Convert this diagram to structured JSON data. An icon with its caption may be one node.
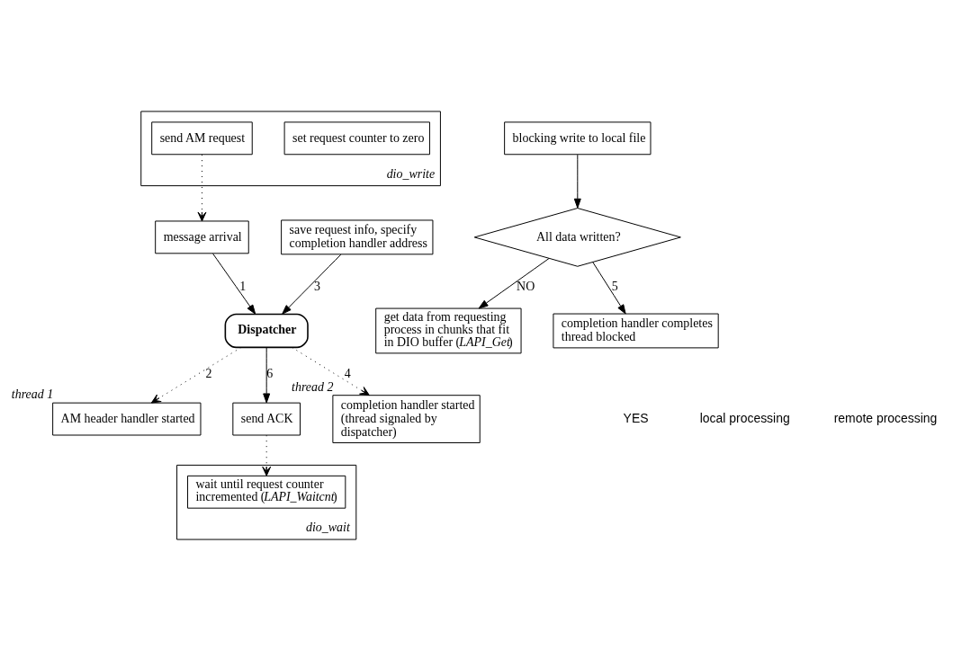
{
  "diagram": {
    "nodes": [
      {
        "text": [
          "dio_write"
        ]
      },
      {
        "text": [
          "set request counter to zero"
        ],
        "in": 0
      },
      {
        "text": [
          "send AM request"
        ],
        "in": 0
      },
      {
        "text": [
          "message arrival"
        ]
      },
      {
        "text": [
          "Dispatcher"
        ]
      },
      {
        "text": [
          "AM header handler started"
        ],
        "beside": [
          "thread 1"
        ]
      },
      {
        "text": [
          "save request info, specify completion handler address"
        ]
      },
      {
        "text": [
          "send ACK"
        ]
      },
      {
        "text": [
          "completion handler started (thread signaled by dispatcher)"
        ],
        "beside": [
          "thread 2"
        ]
      },
      {
        "text": [
          "dio_wait"
        ]
      },
      {
        "text": [
          "wait until request counter incremented (*LAPI_Waitcnt*)"
        ],
        "in": 9
      },
      {
        "text": [
          "get data from requesting process in chunks that fit in DIO buffer (*LAPI_Get*)"
        ]
      },
      {
        "text": [
          "blocking write to local file"
        ]
      },
      {
        "text": [
          "All data written?"
        ]
      },
      {
        "text": [
          "completion handler completes thread blocked"
        ]
      }
    ],
    "edges": [
      {
        "from": 2,
        "to": 3,
        "arrow": "to",
        "style": "dashed"
      },
      {
        "from": 3,
        "to": 4,
        "arrow": "to",
        "label": "1"
      },
      {
        "from": 4,
        "to": 5,
        "arrow": "to",
        "label": "2",
        "style": "dashed"
      },
      {
        "from": 6,
        "to": 4,
        "arrow": "to",
        "label": "3"
      },
      {
        "from": 4,
        "to": 8,
        "arrow": "to",
        "label": "4",
        "style": "dashed"
      },
      {
        "from": 4,
        "to": 7,
        "arrow": "to",
        "label": "6"
      },
      {
        "from": 7,
        "to": 10,
        "arrow": "to",
        "style": "dashed"
      },
      {
        "from": 13,
        "to": 11,
        "arrow": "to",
        "label": "NO"
      },
      {
        "from": 12,
        "to": 13,
        "arrow": "to"
      },
      {
        "from": 13,
        "to": 14,
        "arrow": "to",
        "label": "5"
      }
    ],
    "labels": [
      "YES",
      "local processing",
      "remote processing"
    ]
  }
}
